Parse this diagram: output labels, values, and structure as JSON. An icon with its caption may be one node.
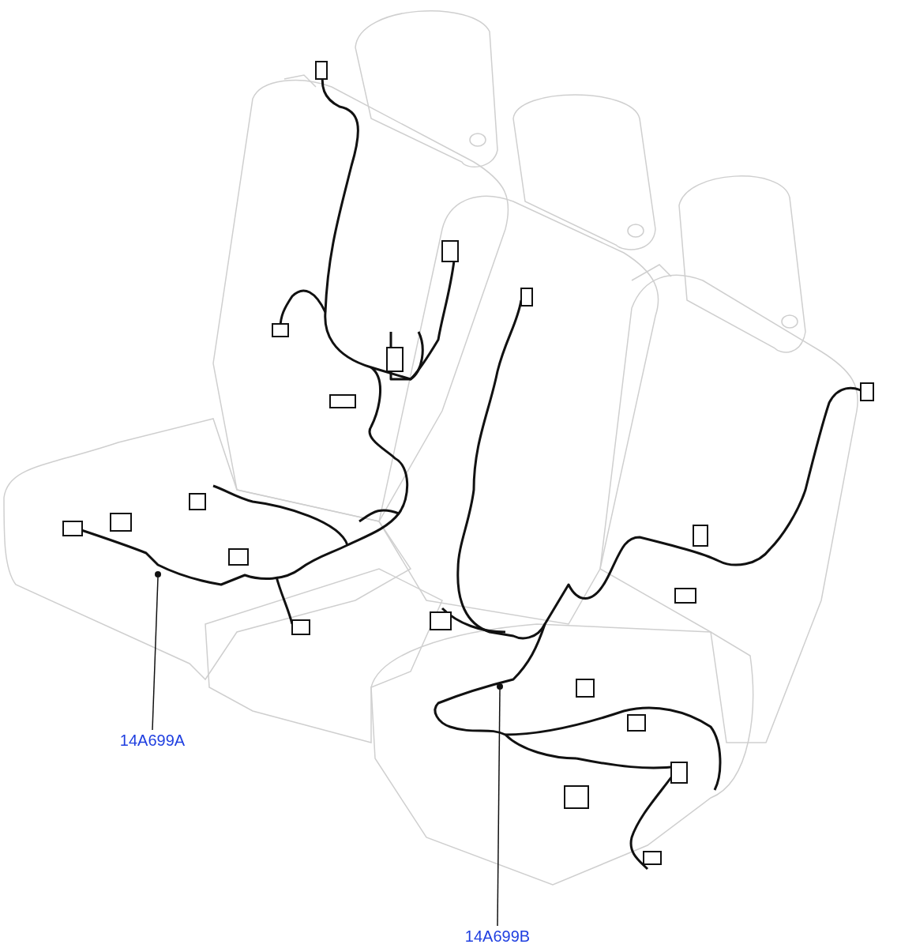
{
  "diagram": {
    "nodes": [
      {
        "text": [
          "14A699A"
        ]
      },
      {
        "text": [],
        "shape": "circle"
      },
      {
        "text": [
          "14A699B"
        ]
      },
      {
        "text": [],
        "shape": "circle"
      }
    ],
    "edges": [
      {
        "from": 0,
        "to": 1,
        "arrow": "none"
      },
      {
        "from": 2,
        "to": 3,
        "arrow": "none"
      }
    ]
  }
}
